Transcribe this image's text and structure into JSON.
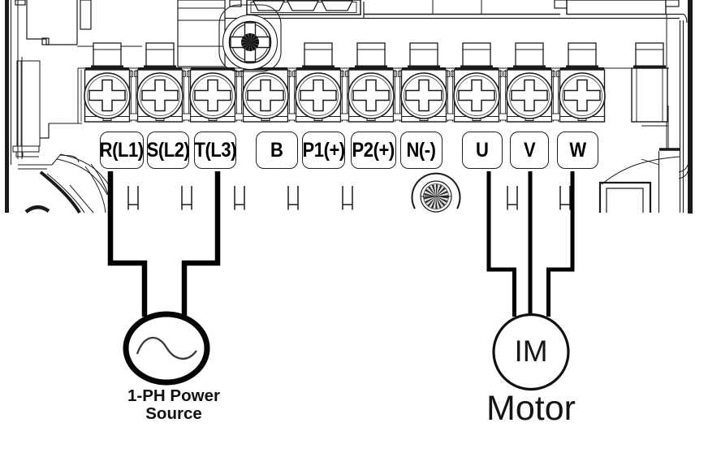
{
  "diagram": {
    "terminals": {
      "labels": [
        "R(L1)",
        "S(L2)",
        "T(L3)",
        "B",
        "P1(+)",
        "P2(+)",
        "N(-)",
        "U",
        "V",
        "W"
      ]
    },
    "power_source": {
      "caption_line1": "1-PH Power",
      "caption_line2": "Source"
    },
    "motor": {
      "symbol_text": "IM",
      "caption": "Motor"
    },
    "colors": {
      "line": "#1a1a1a",
      "wire": "#000000",
      "background": "#ffffff"
    }
  }
}
